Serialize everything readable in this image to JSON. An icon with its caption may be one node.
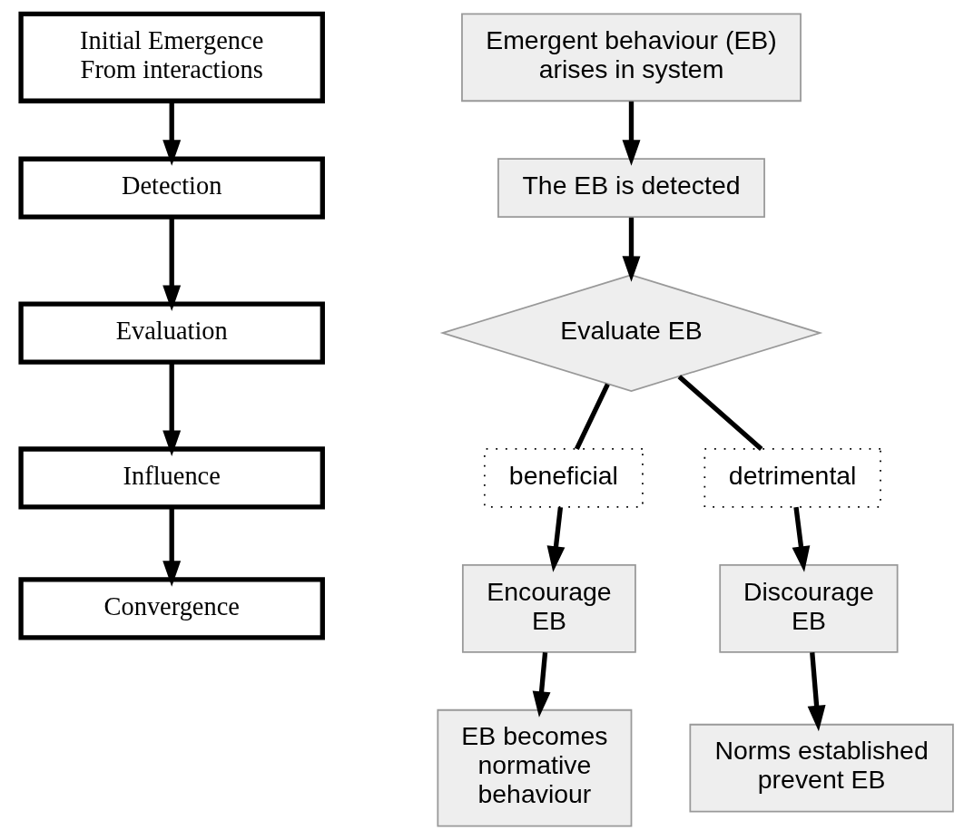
{
  "diagram": {
    "nodes": [
      {
        "text": [
          "Initial Emergence From interactions"
        ]
      },
      {
        "text": [
          "Detection"
        ]
      },
      {
        "text": [
          "Evaluation"
        ]
      },
      {
        "text": [
          "Influence"
        ]
      },
      {
        "text": [
          "Convergence"
        ]
      },
      {
        "text": [
          "Emergent behaviour (EB) arises in system"
        ]
      },
      {
        "text": [
          "The EB is detected"
        ]
      },
      {
        "text": [
          "Evaluate EB"
        ]
      },
      {
        "text": [
          "beneficial"
        ]
      },
      {
        "text": [
          "detrimental"
        ]
      },
      {
        "text": [
          "Encourage EB"
        ]
      },
      {
        "text": [
          "Discourage EB"
        ]
      },
      {
        "text": [
          "EB becomes normative behaviour"
        ]
      },
      {
        "text": [
          "Norms established prevent EB"
        ]
      }
    ],
    "edges": [
      {
        "from": 0,
        "to": 1,
        "arrow": "to"
      },
      {
        "from": 1,
        "to": 2,
        "arrow": "to"
      },
      {
        "from": 2,
        "to": 3,
        "arrow": "to"
      },
      {
        "from": 3,
        "to": 4,
        "arrow": "to"
      },
      {
        "from": 5,
        "to": 6,
        "arrow": "to"
      },
      {
        "from": 6,
        "to": 7,
        "arrow": "to"
      },
      {
        "from": 7,
        "to": 8,
        "arrow": "none"
      },
      {
        "from": 7,
        "to": 9,
        "arrow": "none"
      },
      {
        "from": 8,
        "to": 10,
        "arrow": "to"
      },
      {
        "from": 9,
        "to": 11,
        "arrow": "to"
      },
      {
        "from": 10,
        "to": 12,
        "arrow": "to"
      },
      {
        "from": 11,
        "to": 13,
        "arrow": "to"
      }
    ]
  }
}
